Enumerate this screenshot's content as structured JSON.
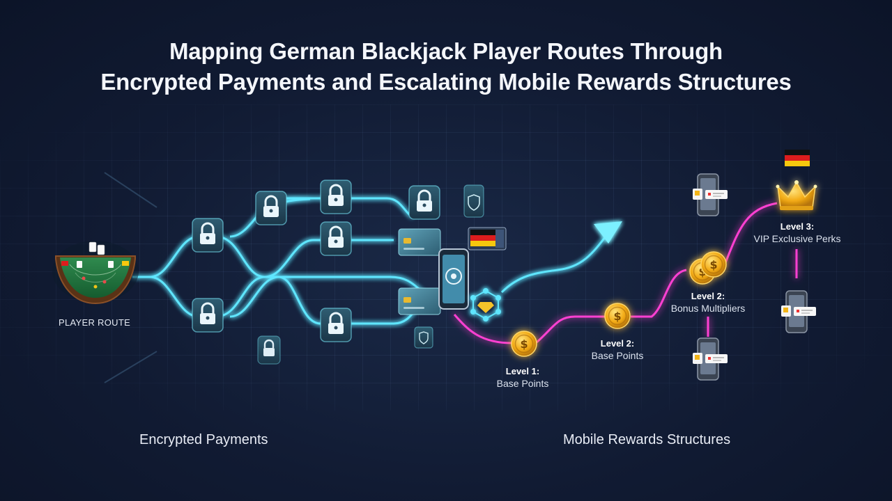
{
  "title_line1": "Mapping German Blackjack Player Routes Through",
  "title_line2": "Encrypted Payments and Escalating Mobile Rewards Structures",
  "player_label": "PLAYER ROUTE",
  "levels": [
    {
      "title": "Level 1:",
      "subtitle": "Base Points"
    },
    {
      "title": "Level 2:",
      "subtitle": "Base Points"
    },
    {
      "title": "Level 2:",
      "subtitle": "Bonus Multipliers"
    },
    {
      "title": "Level 3:",
      "subtitle": "VIP Exclusive Perks"
    }
  ],
  "captions": {
    "left": "Encrypted Payments",
    "right": "Mobile Rewards Structures"
  },
  "icons": {
    "lock": "padlock-icon",
    "card": "credit-card-icon",
    "phone": "smartphone-icon",
    "coin": "gold-coin-icon",
    "crown": "crown-icon",
    "flag": "german-flag-icon",
    "table": "blackjack-table-icon"
  },
  "colors": {
    "cyan_route": "#5fe6ff",
    "magenta_route": "#ff3fd2",
    "gold": "#f5b91e",
    "background": "#111b33"
  }
}
